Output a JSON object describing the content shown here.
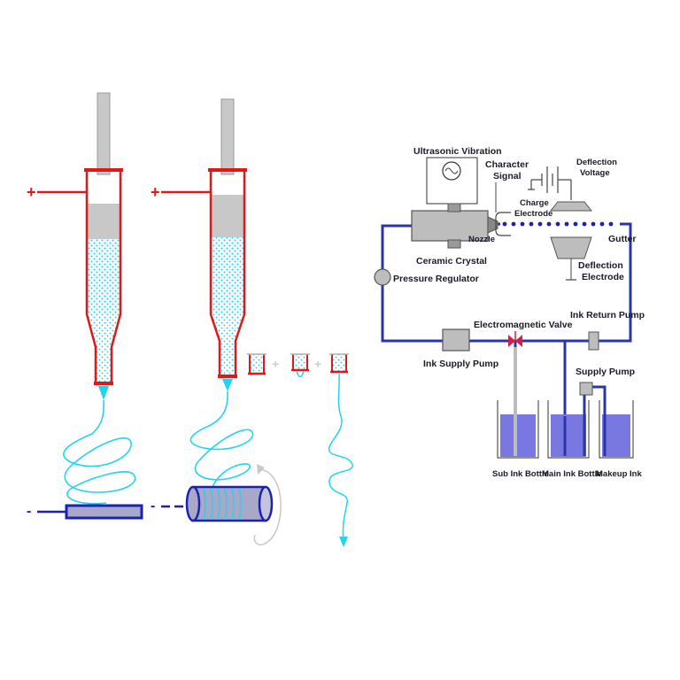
{
  "electrospinning": {
    "polarity_positive": "+",
    "polarity_negative": "-"
  },
  "inkjet": {
    "labels": {
      "ultrasonic_vibration": "Ultrasonic Vibration",
      "character_signal_line1": "Character",
      "character_signal_line2": "Signal",
      "deflection_voltage_line1": "Deflection",
      "deflection_voltage_line2": "Voltage",
      "charge_electrode_line1": "Charge",
      "charge_electrode_line2": "Electrode",
      "nozzle": "Nozzle",
      "gutter": "Gutter",
      "ceramic_crystal": "Ceramic Crystal",
      "pressure_regulator": "Pressure Regulator",
      "deflection_electrode_line1": "Deflection",
      "deflection_electrode_line2": "Electrode",
      "electromagnetic_valve": "Electromagnetic Valve",
      "ink_return_pump": "Ink Return Pump",
      "ink_supply_pump": "Ink Supply Pump",
      "supply_pump": "Supply Pump",
      "sub_ink_bottle": "Sub Ink Bottle",
      "main_ink_bottle": "Main Ink Bottle",
      "makeup_ink": "Makeup Ink"
    },
    "colors": {
      "pipe": "#2a36a8",
      "ink": "#7878e0",
      "valve": "#d0204a",
      "device_gray": "#bdbdbd"
    }
  },
  "colors": {
    "syringe_red": "#e01818",
    "fiber_cyan": "#22d4ee",
    "collector_blue": "#1c22b0",
    "piston_gray": "#c8c8c8"
  }
}
